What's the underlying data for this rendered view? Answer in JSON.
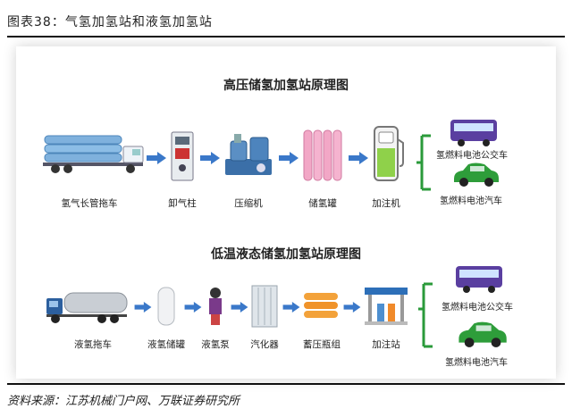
{
  "figure": {
    "title": "图表38：气氢加氢站和液氢加氢站",
    "source": "资料来源：江苏机械门户网、万联证券研究所"
  },
  "gaseous": {
    "title": "高压储氢加氢站原理图",
    "stages": [
      "氢气长管拖车",
      "卸气柱",
      "压缩机",
      "储氢罐",
      "加注机"
    ],
    "vehicles": [
      "氢燃料电池公交车",
      "氢燃料电池汽车"
    ]
  },
  "liquid": {
    "title": "低温液态储氢加氢站原理图",
    "stages": [
      "液氢拖车",
      "液氢储罐",
      "液氢泵",
      "汽化器",
      "蓄压瓶组",
      "加注站"
    ],
    "vehicles": [
      "氢燃料电池公交车",
      "氢燃料电池汽车"
    ]
  },
  "colors": {
    "arrow": "#3a78c9",
    "bus": "#5a3fa0",
    "car": "#2e9d3a",
    "bracket": "#2a9a3a"
  }
}
